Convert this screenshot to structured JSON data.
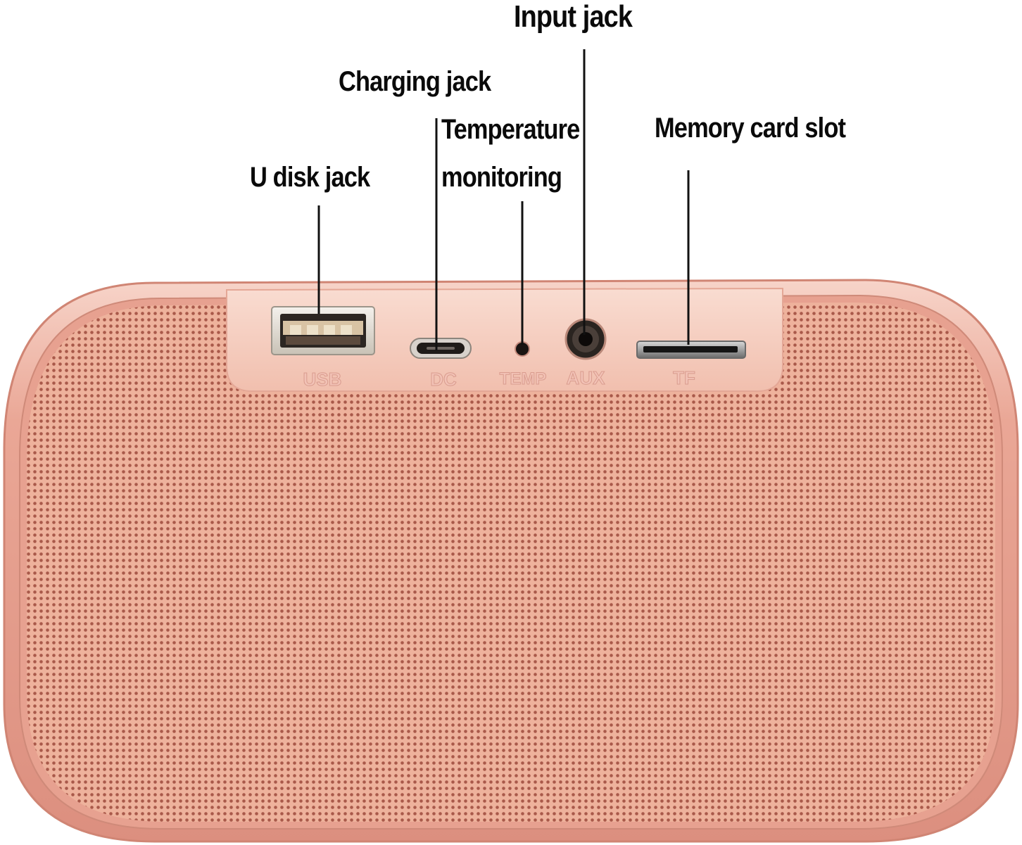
{
  "callouts": {
    "input_jack": "Input jack",
    "charging_jack": "Charging jack",
    "temperature": "Temperature",
    "monitoring": "monitoring",
    "memory_card_slot": "Memory card slot",
    "u_disk_jack": "U disk jack"
  },
  "ports": {
    "usb": "USB",
    "dc": "DC",
    "temp": "TEMP",
    "aux": "AUX",
    "tf": "TF"
  },
  "colors": {
    "shell": "#e8a595",
    "grille": "#e9a891",
    "panel": "#f6cdbf",
    "callout_text": "#0a0a0a",
    "leader_line": "#111111"
  }
}
